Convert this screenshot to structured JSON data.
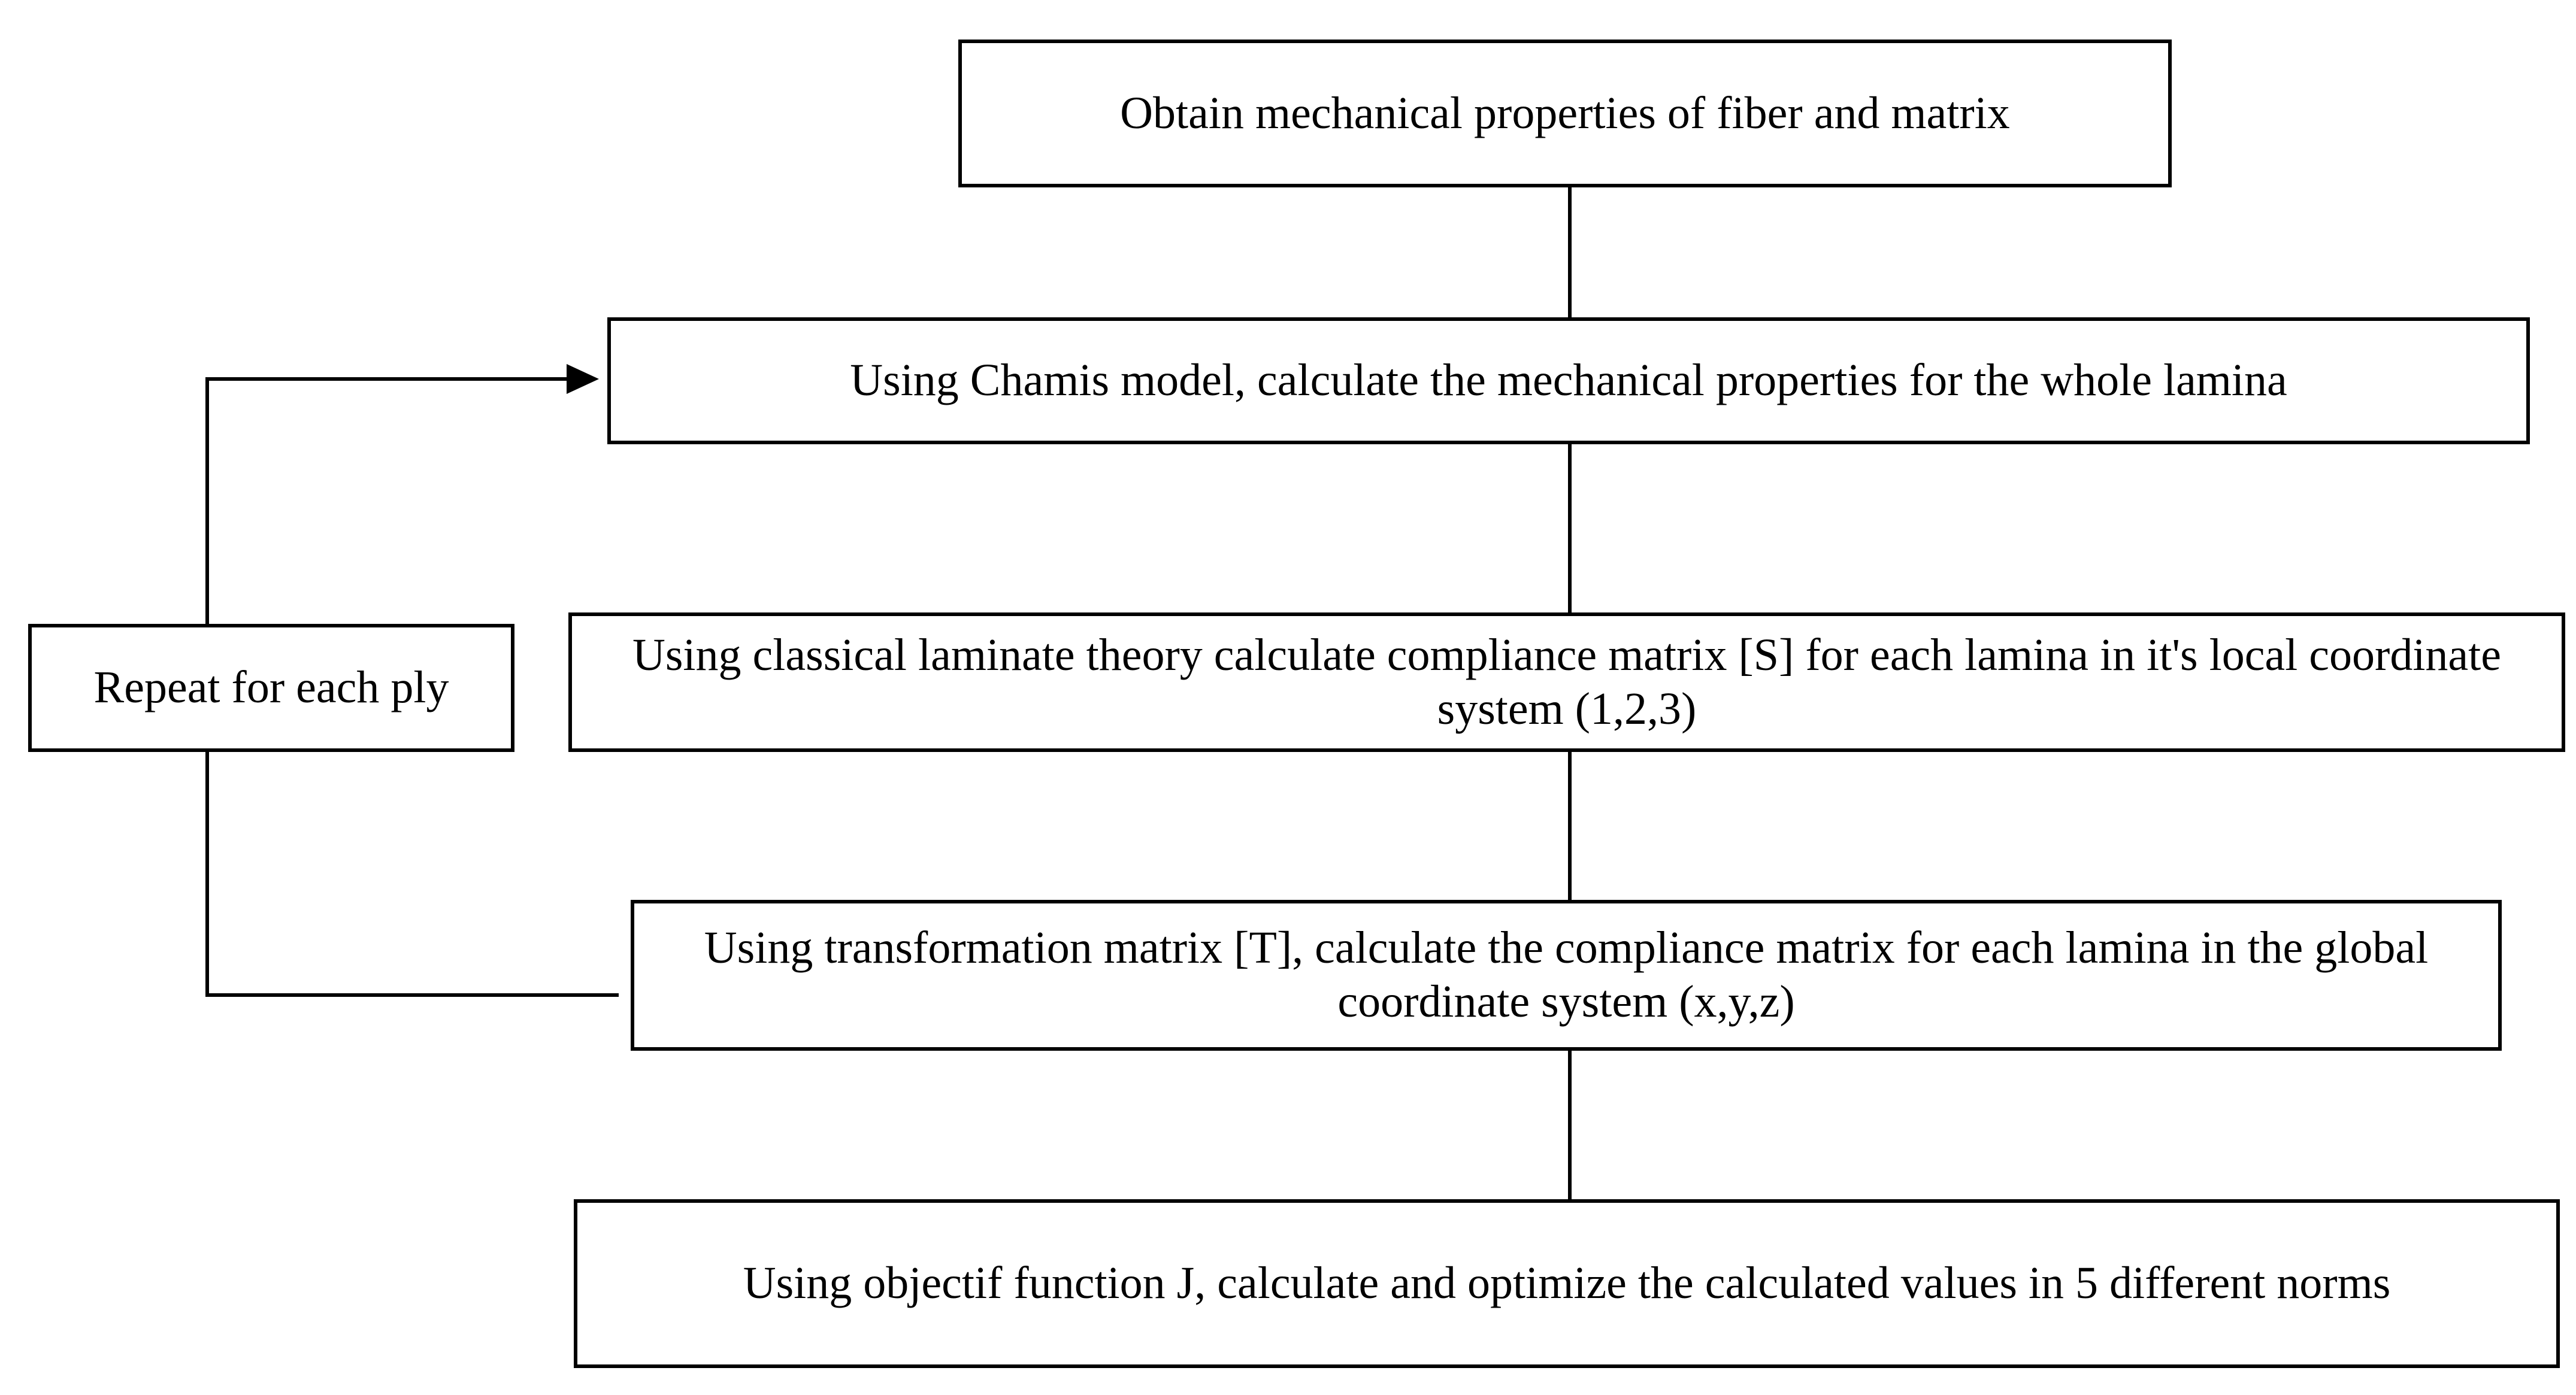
{
  "diagram": {
    "type": "flowchart",
    "line_color": "#000000",
    "steps": [
      {
        "id": "step-1",
        "text": "Obtain mechanical properties  of fiber and matrix"
      },
      {
        "id": "step-2",
        "text": "Using Chamis model, calculate the mechanical properties for the whole lamina"
      },
      {
        "id": "step-3",
        "text": "Using classical laminate theory calculate compliance matrix [S] for each lamina in it's local coordinate system (1,2,3)"
      },
      {
        "id": "step-4",
        "text": "Using transformation matrix [T], calculate the compliance matrix for each lamina in the global coordinate system (x,y,z)"
      },
      {
        "id": "step-5",
        "text": "Using objectif function J, calculate and optimize the calculated values in 5 different norms"
      }
    ],
    "loop": {
      "text": "Repeat for each ply",
      "from": "step-4",
      "to": "step-2"
    }
  }
}
